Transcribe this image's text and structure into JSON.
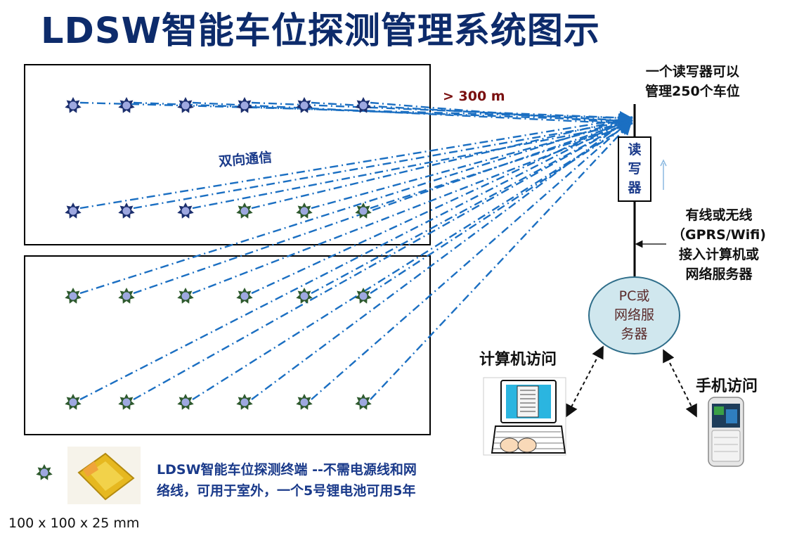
{
  "title": "LDSW智能车位探测管理系统图示",
  "distance_label": "> 300 m",
  "bidirectional_label": "双向通信",
  "reader_capacity": {
    "line1": "一个读写器可以",
    "line2": "管理250个车位"
  },
  "reader_label": [
    "读",
    "写",
    "器"
  ],
  "connection_note": {
    "line1": "有线或无线",
    "line2": "（GPRS/Wifi)",
    "line3": "接入计算机或",
    "line4": "网络服务器"
  },
  "server_label": [
    "PC或",
    "网络服",
    "务器"
  ],
  "computer_access": "计算机访问",
  "phone_access": "手机访问",
  "legend": {
    "line1": "LDSW智能车位探测终端 --不需电源线和网",
    "line2": "络线，可用于室外，一个5号锂电池可用5年"
  },
  "dimensions": "100 x 100 x 25 mm",
  "colors": {
    "title": "#0d2b6b",
    "link_line": "#1b6fc2",
    "star_navy": "#1c2f6e",
    "star_green": "#2e5a2e",
    "star_center": "#9ea8e0",
    "server_fill": "#d0e7ee"
  },
  "sensors": {
    "row1": [
      "navy",
      "navy",
      "navy",
      "navy",
      "navy",
      "navy"
    ],
    "row2": [
      "navy",
      "navy",
      "navy",
      "green",
      "green",
      "green"
    ],
    "row3": [
      "green",
      "green",
      "green",
      "green",
      "green",
      "green"
    ],
    "row4": [
      "green",
      "green",
      "green",
      "green",
      "green",
      "green"
    ]
  }
}
